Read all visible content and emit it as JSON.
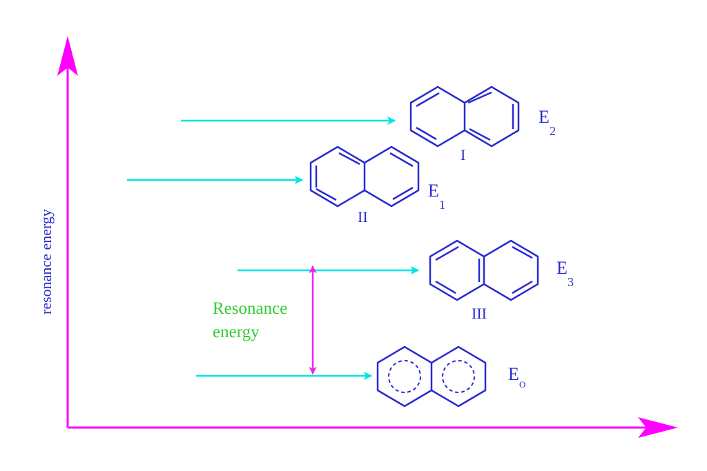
{
  "y_axis_label": "resonance energy",
  "resonance_label": [
    "Resonance",
    "energy"
  ],
  "levels": [
    {
      "id": "E2",
      "label": "E",
      "sub": "2",
      "structure": "I"
    },
    {
      "id": "E1",
      "label": "E",
      "sub": "1",
      "structure": "II"
    },
    {
      "id": "E3",
      "label": "E",
      "sub": "3",
      "structure": "III"
    },
    {
      "id": "E0",
      "label": "E",
      "sub": "O",
      "structure": ""
    }
  ],
  "colors": {
    "axis": "#ff00ff",
    "level_arrow": "#00e5e5",
    "molecule": "#2a2ad2",
    "resonance_text": "#33cc33",
    "resonance_arrow": "#ee22ee"
  },
  "icons": [
    "naphthalene-kekule-icon",
    "naphthalene-aromatic-icon"
  ]
}
